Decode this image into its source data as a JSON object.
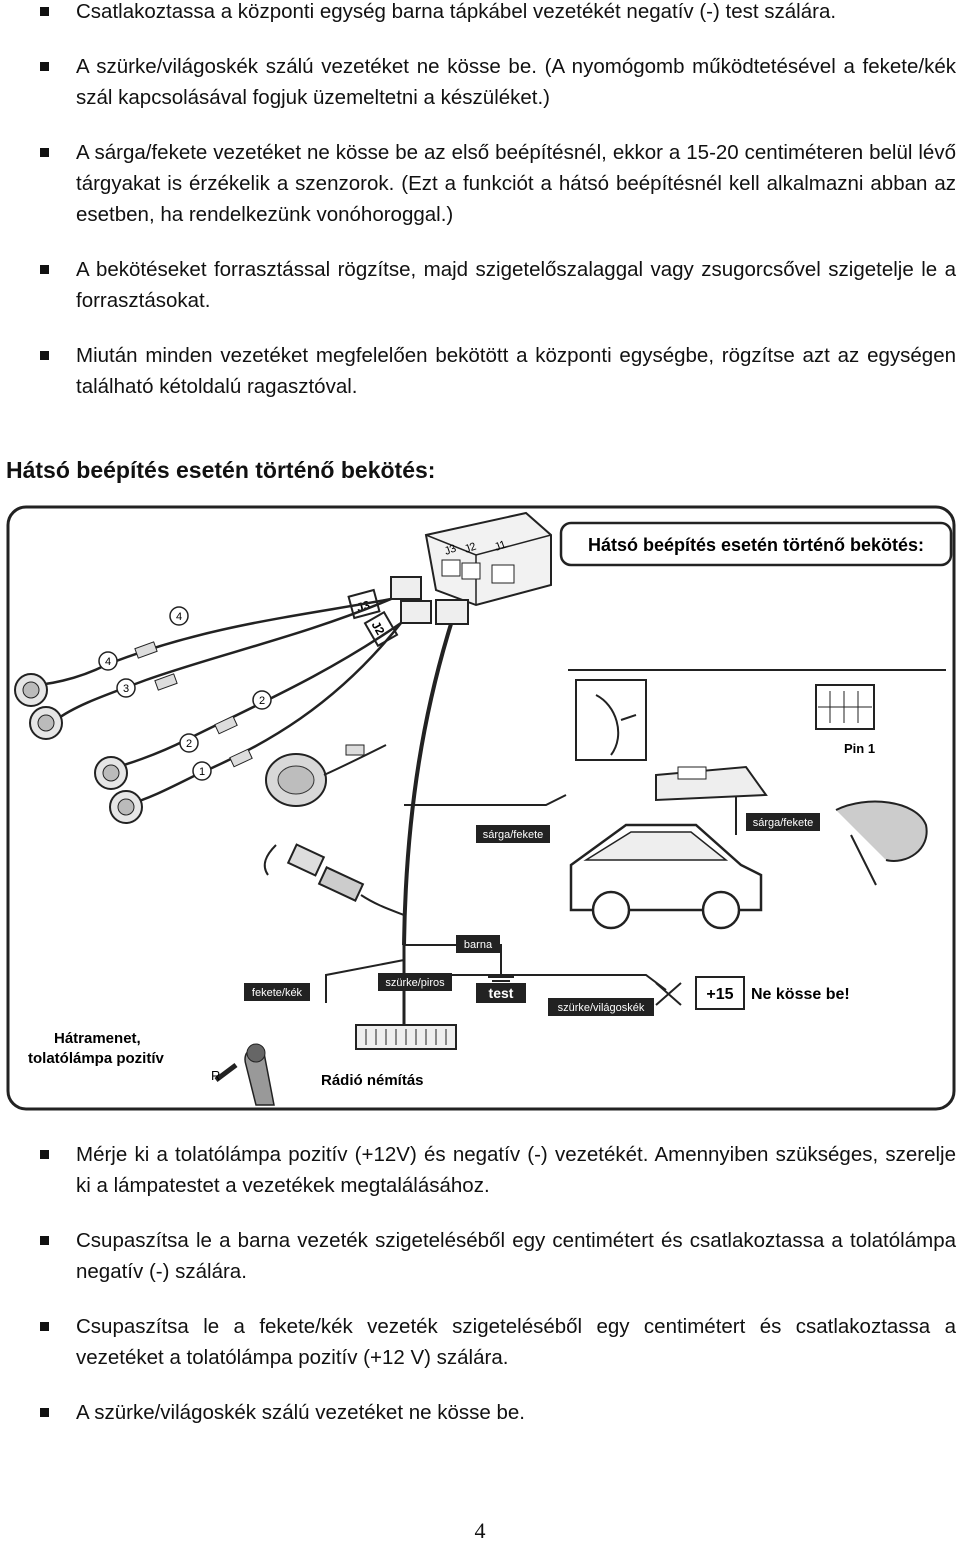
{
  "top_bullets": [
    "Csatlakoztassa a központi egység barna tápkábel vezetékét negatív (-) test szálára.",
    "A szürke/világoskék szálú vezetéket ne kösse be. (A nyomógomb működtetésével a fekete/kék szál kapcsolásával fogjuk üzemeltetni a készüléket.)",
    "A sárga/fekete vezetéket ne kösse be az első beépítésnél, ekkor a 15-20 centiméteren belül lévő tárgyakat is érzékelik a szenzorok. (Ezt a funkciót a hátsó beépítésnél kell alkalmazni abban az esetben, ha rendelkezünk vonóhoroggal.)",
    "A bekötéseket forrasztással rögzítse, majd szigetelőszalaggal vagy zsugorcsővel szigetelje le a forrasztásokat.",
    "Miután minden vezetéket megfelelően bekötött a központi egységbe, rögzítse azt az egységen található kétoldalú ragasztóval."
  ],
  "section_heading": "Hátsó beépítés esetén történő bekötés:",
  "diagram": {
    "title": "Hátsó beépítés esetén történő bekötés:",
    "connectors": [
      "J3",
      "J2",
      "J1"
    ],
    "sensor_numbers": [
      "1",
      "2",
      "3",
      "4"
    ],
    "pin_label": "Pin 1",
    "wire_labels": {
      "yellow_black_left": "sárga/fekete",
      "yellow_black_right": "sárga/fekete",
      "brown": "barna",
      "black_blue": "fekete/kék",
      "gray_red": "szürke/piros",
      "gray_lightblue": "szürke/világoskék"
    },
    "ground_label": "test",
    "plus15_label": "+15",
    "do_not_connect": "Ne kösse be!",
    "reverse_light_label": "Hátramenet,\ntolatólámpa pozitív",
    "gear_letter": "R",
    "radio_mute_label": "Rádió némítás"
  },
  "bottom_bullets": [
    "Mérje ki a tolatólámpa pozitív (+12V) és negatív (-) vezetékét. Amennyiben szükséges, szerelje ki a lámpatestet a vezetékek megtalálásához.",
    "Csupaszítsa le a barna vezeték szigeteléséből egy centimétert és csatlakoztassa a tolatólámpa negatív (-) szálára.",
    "Csupaszítsa le a fekete/kék vezeték szigeteléséből egy centimétert és csatlakoztassa a vezetéket a tolatólámpa pozitív (+12 V) szálára.",
    "A szürke/világoskék szálú vezetéket ne kösse be."
  ],
  "page_number": "4"
}
